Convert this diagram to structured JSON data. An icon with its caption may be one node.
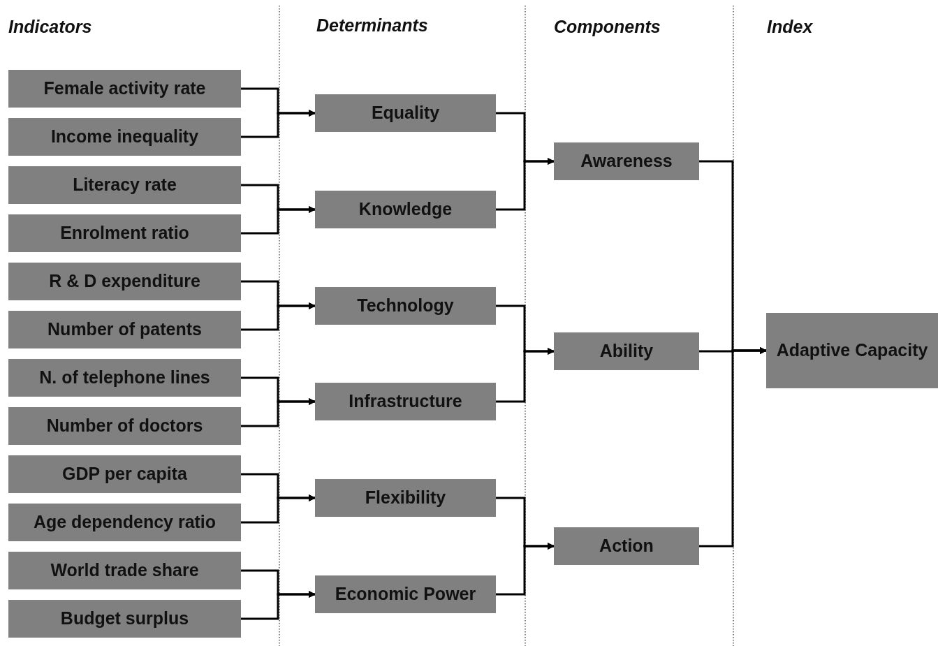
{
  "diagram": {
    "nodes": [
      {
        "text": [
          "Female activity rate"
        ]
      },
      {
        "text": [
          "Income inequality"
        ]
      },
      {
        "text": [
          "Literacy rate"
        ]
      },
      {
        "text": [
          "Enrolment ratio"
        ]
      },
      {
        "text": [
          "R & D expenditure"
        ]
      },
      {
        "text": [
          "Number of patents"
        ]
      },
      {
        "text": [
          "N. of telephone lines"
        ]
      },
      {
        "text": [
          "Number of doctors"
        ]
      },
      {
        "text": [
          "GDP per capita"
        ]
      },
      {
        "text": [
          "Age dependency ratio"
        ]
      },
      {
        "text": [
          "World trade share"
        ]
      },
      {
        "text": [
          "Budget surplus"
        ]
      },
      {
        "text": [
          "Equality"
        ]
      },
      {
        "text": [
          "Knowledge"
        ]
      },
      {
        "text": [
          "Technology"
        ]
      },
      {
        "text": [
          "Infrastructure"
        ]
      },
      {
        "text": [
          "Flexibility"
        ]
      },
      {
        "text": [
          "Economic Power"
        ]
      },
      {
        "text": [
          "Awareness"
        ]
      },
      {
        "text": [
          "Ability"
        ]
      },
      {
        "text": [
          "Action"
        ]
      },
      {
        "text": [
          "Adaptive Capacity"
        ]
      }
    ],
    "edges": [
      {
        "from": 0,
        "to": 12,
        "arrow": "to"
      },
      {
        "from": 1,
        "to": 12,
        "arrow": "to"
      },
      {
        "from": 2,
        "to": 13,
        "arrow": "to"
      },
      {
        "from": 3,
        "to": 13,
        "arrow": "to"
      },
      {
        "from": 4,
        "to": 14,
        "arrow": "to"
      },
      {
        "from": 5,
        "to": 14,
        "arrow": "to"
      },
      {
        "from": 6,
        "to": 15,
        "arrow": "to"
      },
      {
        "from": 7,
        "to": 15,
        "arrow": "to"
      },
      {
        "from": 8,
        "to": 16,
        "arrow": "to"
      },
      {
        "from": 9,
        "to": 16,
        "arrow": "to"
      },
      {
        "from": 10,
        "to": 17,
        "arrow": "to"
      },
      {
        "from": 11,
        "to": 17,
        "arrow": "to"
      },
      {
        "from": 12,
        "to": 18,
        "arrow": "to"
      },
      {
        "from": 13,
        "to": 18,
        "arrow": "to"
      },
      {
        "from": 14,
        "to": 19,
        "arrow": "to"
      },
      {
        "from": 15,
        "to": 19,
        "arrow": "to"
      },
      {
        "from": 16,
        "to": 20,
        "arrow": "to"
      },
      {
        "from": 17,
        "to": 20,
        "arrow": "to"
      },
      {
        "from": 18,
        "to": 21,
        "arrow": "to"
      },
      {
        "from": 19,
        "to": 21,
        "arrow": "to"
      },
      {
        "from": 20,
        "to": 21,
        "arrow": "to"
      }
    ],
    "labels": [
      "Indicators",
      "Determinants",
      "Components",
      "Index"
    ]
  }
}
